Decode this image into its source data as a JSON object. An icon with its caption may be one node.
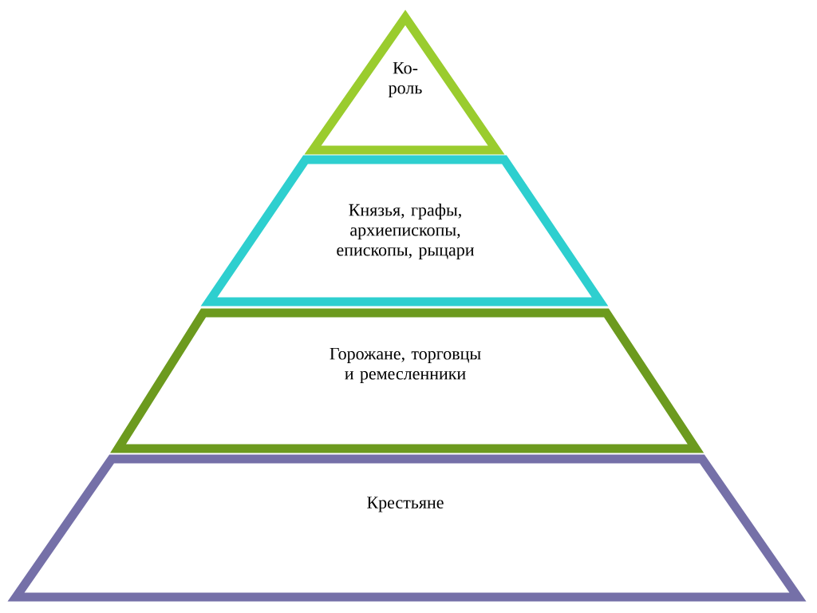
{
  "diagram": {
    "nodes": [
      {
        "text": [
          "Ко- роль"
        ]
      },
      {
        "text": [
          "Князья, графы, архиепископы, епископы, рыцари"
        ]
      },
      {
        "text": [
          "Горожане, торговцы и ремесленники"
        ]
      },
      {
        "text": [
          "Крестьяне"
        ]
      }
    ]
  }
}
